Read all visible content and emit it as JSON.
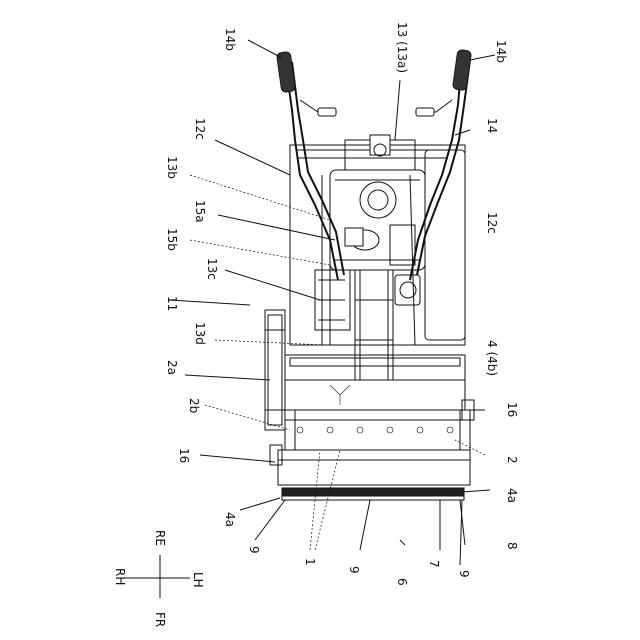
{
  "labels": {
    "l14b_top": "14b",
    "l14b_right": "14b",
    "l13": "13 (13a)",
    "l12c_left": "12c",
    "l14": "14",
    "l13b": "13b",
    "l15a": "15a",
    "l12c_right": "12c",
    "l15b": "15b",
    "l13c": "13c",
    "l11": "11",
    "l13d": "13d",
    "l2a": "2a",
    "l4": "4 (4b)",
    "l2b": "2b",
    "l16_right": "16",
    "l16_left": "16",
    "l2": "2",
    "l4a_right": "4a",
    "l4a_left": "4a",
    "l9_left": "9",
    "l8": "8",
    "l9_mid": "9",
    "l1": "1",
    "l7": "7",
    "l6": "6",
    "l9_right": "9"
  },
  "orientation": {
    "rh": "RH",
    "lh": "LH",
    "fr": "FR",
    "re": "RE"
  }
}
